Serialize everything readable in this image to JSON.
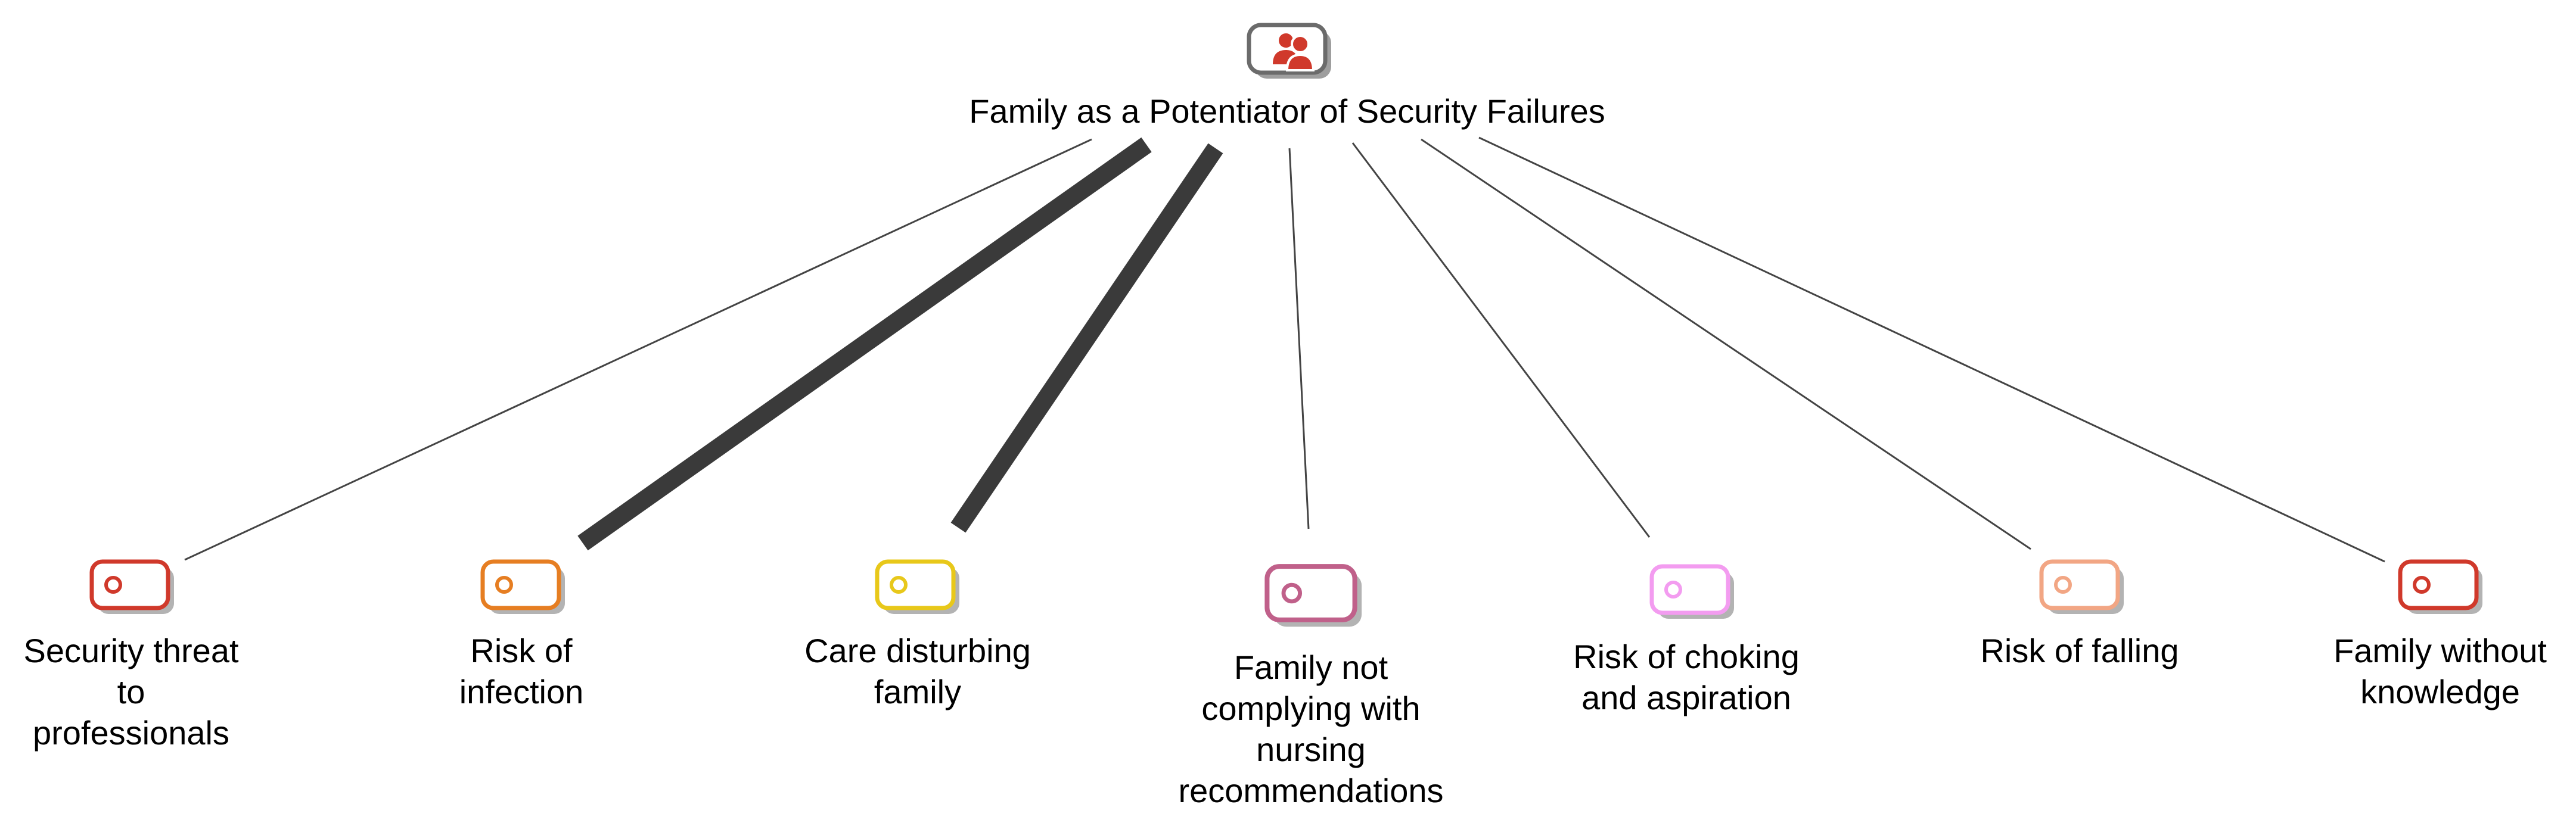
{
  "root": {
    "label": "Family as a Potentiator of Security Failures",
    "icon": "family-group-icon",
    "color": "#d0392b"
  },
  "children": [
    {
      "label": "Security threat\nto\nprofessionals",
      "color": "#d0392b",
      "icon": "tag-icon",
      "link_weight": "thin"
    },
    {
      "label": "Risk of\ninfection",
      "color": "#e67e22",
      "icon": "tag-icon",
      "link_weight": "thick"
    },
    {
      "label": "Care disturbing\nfamily",
      "color": "#e8c81a",
      "icon": "tag-icon",
      "link_weight": "thick"
    },
    {
      "label": "Family not\ncomplying with\nnursing\nrecommendations",
      "color": "#c0608a",
      "icon": "tag-icon",
      "link_weight": "thin"
    },
    {
      "label": "Risk of choking\nand aspiration",
      "color": "#f39cf0",
      "icon": "tag-icon",
      "link_weight": "thin"
    },
    {
      "label": "Risk of falling",
      "color": "#f2a684",
      "icon": "tag-icon",
      "link_weight": "thin"
    },
    {
      "label": "Family without\nknowledge",
      "color": "#d0392b",
      "icon": "tag-icon",
      "link_weight": "thin"
    }
  ]
}
